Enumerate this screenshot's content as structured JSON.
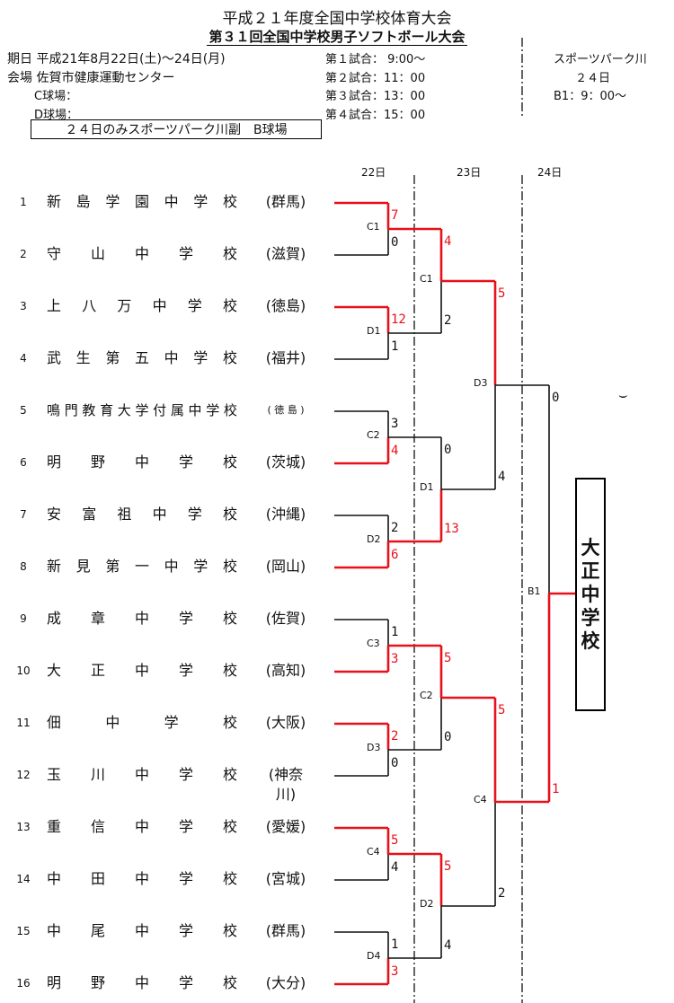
{
  "header": {
    "title": "平成２１年度全国中学校体育大会",
    "subtitle": "第３１回全国中学校男子ソフトボール大会"
  },
  "info": {
    "dates": "期日 平成21年8月22日(土)～24日(月)",
    "venue": "会場 佐賀市健康運動センター",
    "field_c": "C球場：",
    "field_d": "D球場：",
    "note": "２４日のみスポーツパーク川副　B球場",
    "schedule": [
      "第１試合： 9:00～",
      "第２試合：11：00",
      "第３試合：13：00",
      "第４試合：15：00"
    ],
    "right_venue": "スポーツパーク川",
    "right_day": "２４日",
    "right_time": "B1：9：00～"
  },
  "days": [
    "22日",
    "23日",
    "24日"
  ],
  "teams": [
    {
      "no": "1",
      "name": "新島学園中学校",
      "pref": "(群馬)"
    },
    {
      "no": "2",
      "name": "守　山　中　学　校",
      "pref": "(滋賀)"
    },
    {
      "no": "3",
      "name": "上八万中学校",
      "pref": "(徳島)"
    },
    {
      "no": "4",
      "name": "武生第五中学校",
      "pref": "(福井)"
    },
    {
      "no": "5",
      "name": "鳴門教育大学付属中学校",
      "pref": "( 徳 島 )"
    },
    {
      "no": "6",
      "name": "明　野　中　学　校",
      "pref": "(茨城)"
    },
    {
      "no": "7",
      "name": "安富祖中学校",
      "pref": "(沖縄)"
    },
    {
      "no": "8",
      "name": "新見第一中学校",
      "pref": "(岡山)"
    },
    {
      "no": "9",
      "name": "成　章　中　学　校",
      "pref": "(佐賀)"
    },
    {
      "no": "10",
      "name": "大　正　中　学　校",
      "pref": "(高知)"
    },
    {
      "no": "11",
      "name": "佃　　中　　学　　校",
      "pref": "(大阪)"
    },
    {
      "no": "12",
      "name": "玉　川　中　学　校",
      "pref": "(神奈川)"
    },
    {
      "no": "13",
      "name": "重　信　中　学　校",
      "pref": "(愛媛)"
    },
    {
      "no": "14",
      "name": "中　田　中　学　校",
      "pref": "(宮城)"
    },
    {
      "no": "15",
      "name": "中　尾　中　学　校",
      "pref": "(群馬)"
    },
    {
      "no": "16",
      "name": "明　野　中　学　校",
      "pref": "(大分)"
    }
  ],
  "round1": [
    {
      "label": "C1",
      "top": "7",
      "bottom": "0",
      "winner": "top"
    },
    {
      "label": "D1",
      "top": "12",
      "bottom": "1",
      "winner": "top"
    },
    {
      "label": "C2",
      "top": "3",
      "bottom": "4",
      "winner": "bottom"
    },
    {
      "label": "D2",
      "top": "2",
      "bottom": "6",
      "winner": "bottom"
    },
    {
      "label": "C3",
      "top": "1",
      "bottom": "3",
      "winner": "bottom"
    },
    {
      "label": "D3",
      "top": "2",
      "bottom": "0",
      "winner": "top"
    },
    {
      "label": "C4",
      "top": "5",
      "bottom": "4",
      "winner": "top"
    },
    {
      "label": "D4",
      "top": "1",
      "bottom": "3",
      "winner": "bottom"
    }
  ],
  "round2": [
    {
      "label": "C1",
      "top": "4",
      "bottom": "2",
      "winner": "top"
    },
    {
      "label": "D1",
      "top": "0",
      "bottom": "13",
      "winner": "bottom"
    },
    {
      "label": "C2",
      "top": "5",
      "bottom": "0",
      "winner": "top"
    },
    {
      "label": "D2",
      "top": "5",
      "bottom": "4",
      "winner": "top"
    }
  ],
  "round3": [
    {
      "label": "D3",
      "top": "5",
      "bottom": "4",
      "winner": "top"
    },
    {
      "label": "C4",
      "top": "5",
      "bottom": "2",
      "winner": "top"
    }
  ],
  "final": {
    "label": "B1",
    "top": "0",
    "bottom": "1",
    "winner": "bottom"
  },
  "champion": [
    "大",
    "正",
    "中",
    "学",
    "校"
  ],
  "tilde": "⌣",
  "colors": {
    "win": "#e8101a",
    "lose": "#111111"
  }
}
